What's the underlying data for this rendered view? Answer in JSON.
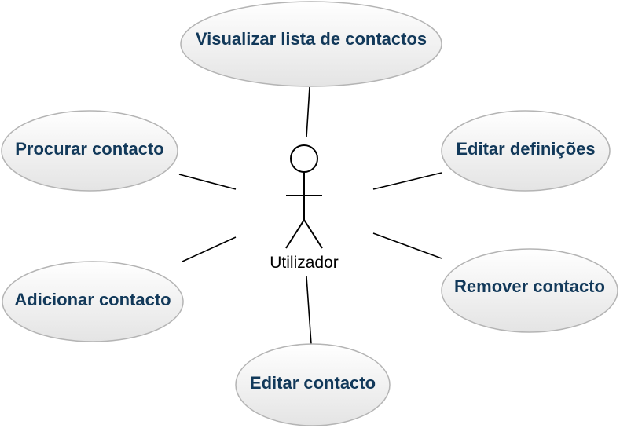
{
  "diagram": {
    "actor": {
      "name": "Utilizador",
      "icon": "stick-figure-icon"
    },
    "use_cases": [
      {
        "id": "visualizar",
        "label": "Visualizar lista de contactos"
      },
      {
        "id": "procurar",
        "label": "Procurar contacto"
      },
      {
        "id": "adicionar",
        "label": "Adicionar contacto"
      },
      {
        "id": "editar-contacto",
        "label": "Editar contacto"
      },
      {
        "id": "editar-definicoes",
        "label": "Editar definições"
      },
      {
        "id": "remover",
        "label": "Remover contacto"
      }
    ],
    "colors": {
      "label": "#12395a",
      "ellipse_fill_top": "#ffffff",
      "ellipse_fill_bottom": "#e6e6e6",
      "ellipse_border": "#b4b4b4",
      "line": "#000000"
    }
  }
}
